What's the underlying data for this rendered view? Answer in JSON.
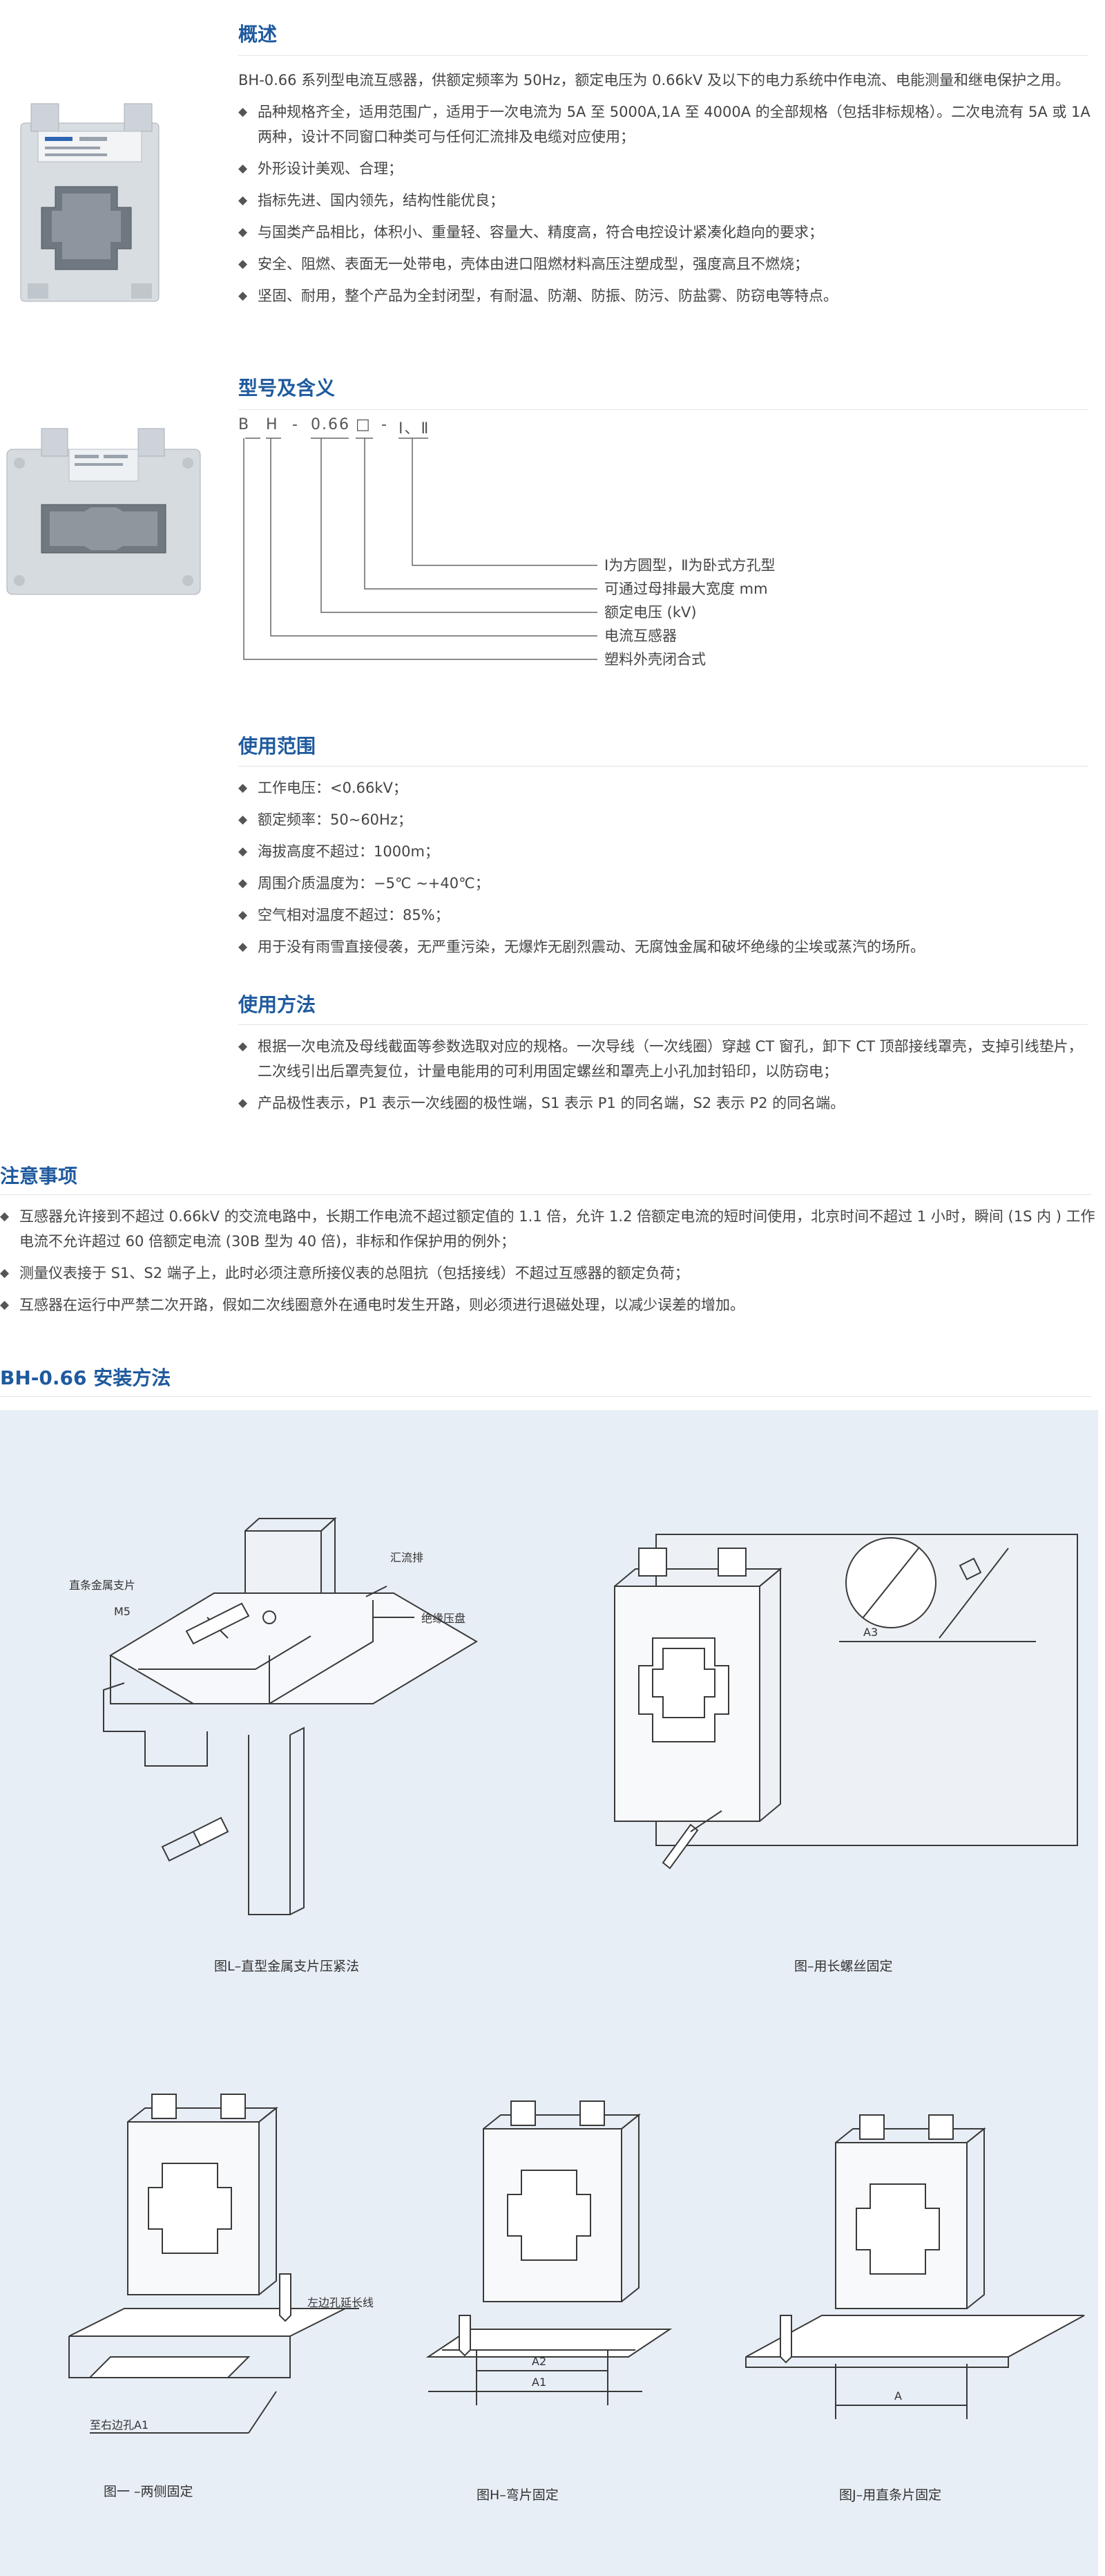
{
  "overview": {
    "title": "概述",
    "intro": "BH-0.66 系列型电流互感器，供额定频率为 50Hz，额定电压为 0.66kV 及以下的电力系统中作电流、电能测量和继电保护之用。",
    "bullets": [
      "品种规格齐全，适用范围广，适用于一次电流为 5A 至 5000A,1A 至 4000A 的全部规格（包括非标规格）。二次电流有 5A 或 1A 两种，设计不同窗口种类可与任何汇流排及电缆对应使用；",
      "外形设计美观、合理；",
      "指标先进、国内领先，结构性能优良；",
      "与国类产品相比，体积小、重量轻、容量大、精度高，符合电控设计紧凑化趋向的要求；",
      "安全、阻燃、表面无一处带电，壳体由进口阻燃材料高压注塑成型，强度高且不燃烧；",
      "坚固、耐用，整个产品为全封闭型，有耐温、防潮、防振、防污、防盐雾、防窃电等特点。"
    ]
  },
  "model": {
    "title": "型号及含义",
    "code": [
      "B",
      "H",
      "-",
      "0.66",
      "□",
      "-",
      "Ⅰ、Ⅱ"
    ],
    "legend": [
      "Ⅰ为方圆型，Ⅱ为卧式方孔型",
      "可通过母排最大宽度 mm",
      "额定电压 (kV)",
      "电流互感器",
      "塑料外壳闭合式"
    ]
  },
  "scope": {
    "title": "使用范围",
    "bullets": [
      "工作电压：<0.66kV；",
      "额定频率：50~60Hz；",
      "海拔高度不超过：1000m；",
      "周围介质温度为：−5℃ ~+40℃；",
      "空气相对温度不超过：85%；",
      "用于没有雨雪直接侵袭，无严重污染，无爆炸无剧烈震动、无腐蚀金属和破坏绝缘的尘埃或蒸汽的场所。"
    ]
  },
  "usage": {
    "title": "使用方法",
    "bullets": [
      "根据一次电流及母线截面等参数选取对应的规格。一次导线（一次线圈）穿越 CT 窗孔，卸下 CT 顶部接线罩壳，支掉引线垫片，二次线引出后罩壳复位，计量电能用的可利用固定螺丝和罩壳上小孔加封铅印，以防窃电；",
      "产品极性表示，P1 表示一次线圈的极性端，S1 表示 P1 的同名端，S2 表示 P2 的同名端。"
    ]
  },
  "notes": {
    "title": "注意事项",
    "bullets": [
      "互感器允许接到不超过 0.66kV 的交流电路中，长期工作电流不超过额定值的 1.1 倍，允许 1.2 倍额定电流的短时间使用，北京时间不超过 1 小时，瞬间 (1S 内 ) 工作电流不允许超过 60 倍额定电流 (30B 型为 40 倍)，非标和作保护用的例外；",
      "测量仪表接于 S1、S2 端子上，此时必须注意所接仪表的总阻抗（包括接线）不超过互感器的额定负荷；",
      "互感器在运行中严禁二次开路，假如二次线圈意外在通电时发生开路，则必须进行退磁处理，以减少误差的增加。"
    ]
  },
  "install": {
    "title": "BH-0.66 安装方法",
    "fig_l": {
      "caption": "图L–直型金属支片压紧法",
      "labels": [
        "直条金属支片",
        "汇流排",
        "绝缘压盘",
        "M5"
      ]
    },
    "fig_screw": {
      "caption": "图–用长螺丝固定",
      "labels": [
        "A3"
      ]
    },
    "fig_1": {
      "caption": "图一 –两侧固定",
      "labels": [
        "左边孔延长线",
        "至右边孔A1"
      ]
    },
    "fig_h": {
      "caption": "图H–弯片固定",
      "labels": [
        "A2",
        "A1"
      ]
    },
    "fig_j": {
      "caption": "图J–用直条片固定",
      "labels": [
        "A"
      ]
    }
  },
  "colors": {
    "accent": "#1f5a9e",
    "panel": "#e8eef5",
    "text": "#444444"
  }
}
